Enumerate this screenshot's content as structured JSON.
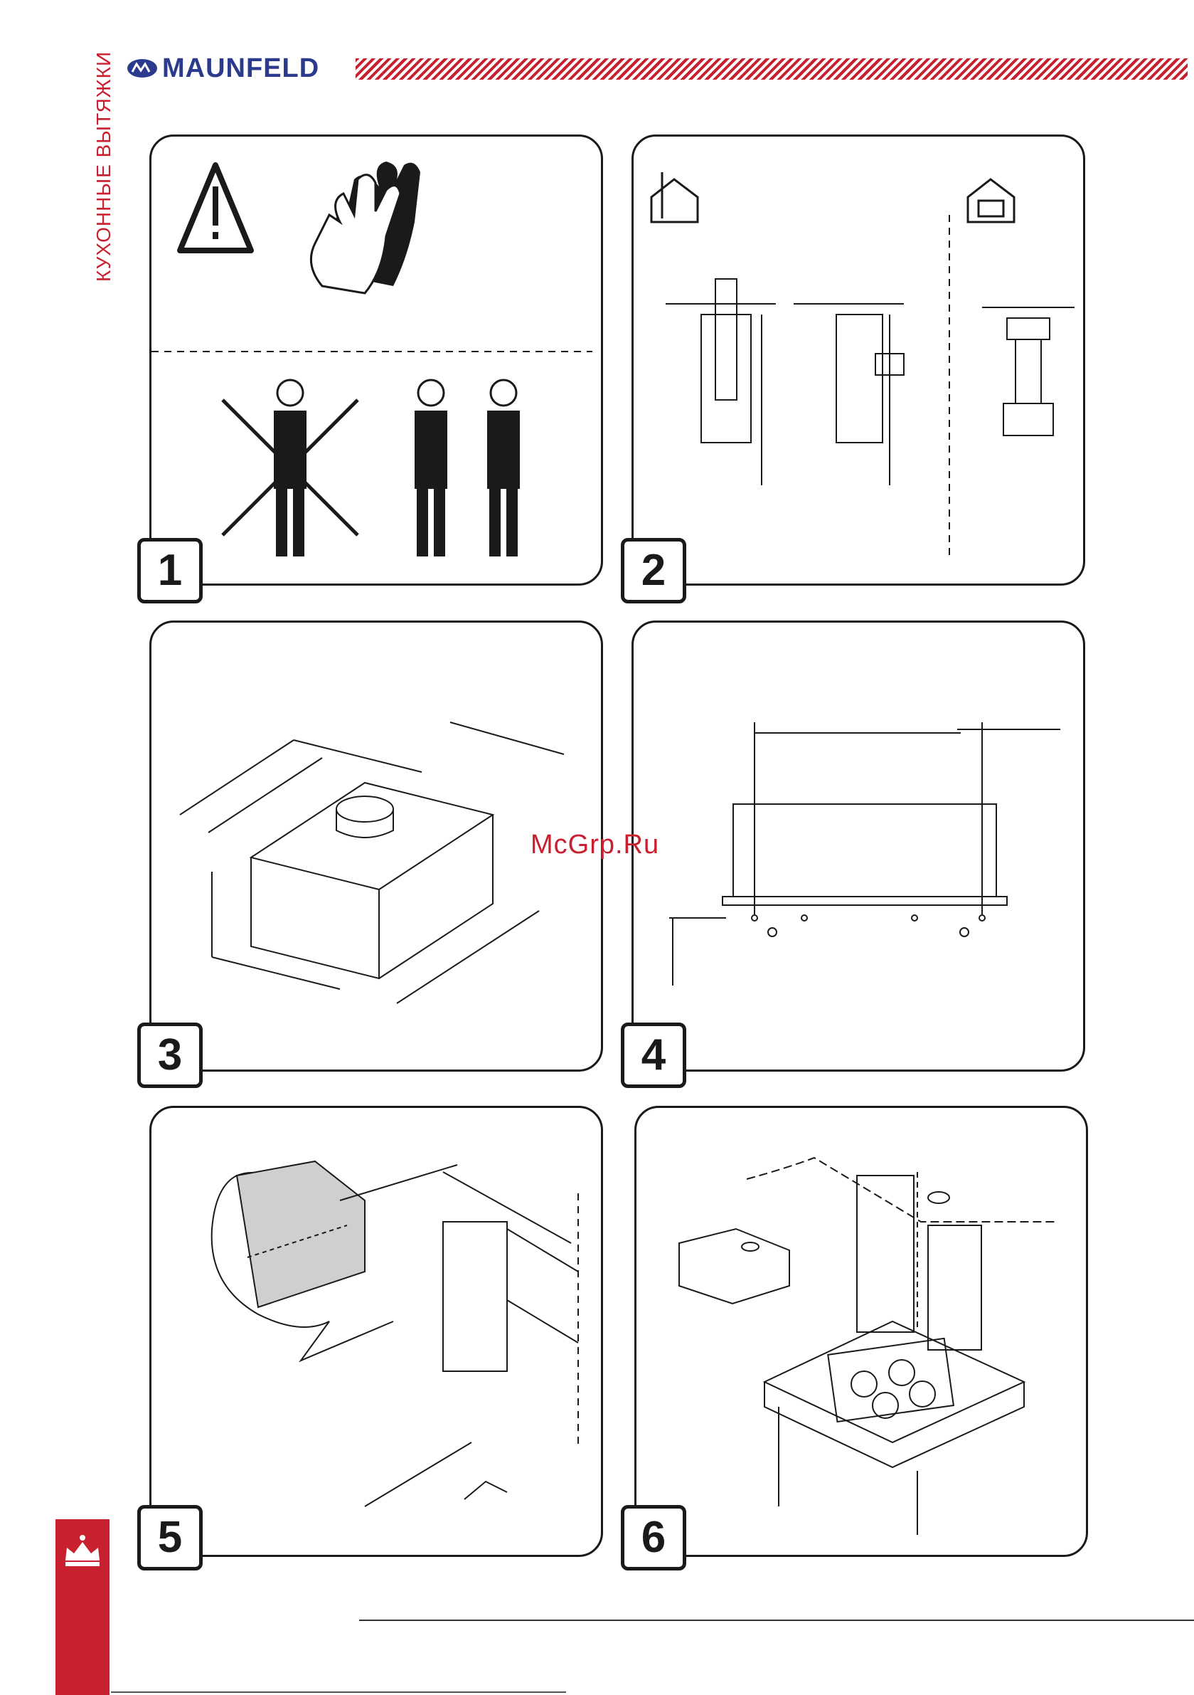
{
  "brand": {
    "name": "MAUNFELD",
    "color": "#2b3a8c",
    "accent": "#c8202f"
  },
  "side_title": "КУХОННЫЕ ВЫТЯЖКИ",
  "watermark": "McGrp.Ru",
  "panels": [
    {
      "number": "1",
      "content": "warning-gloves-two-person-lift"
    },
    {
      "number": "2",
      "content": "exhaust-and-recirculation-modes"
    },
    {
      "number": "3",
      "content": "hood-dimensions"
    },
    {
      "number": "4",
      "content": "mounting-holes-dimensions"
    },
    {
      "number": "5",
      "content": "marking-cabinet-cutout"
    },
    {
      "number": "6",
      "content": "installation-above-hob"
    }
  ]
}
